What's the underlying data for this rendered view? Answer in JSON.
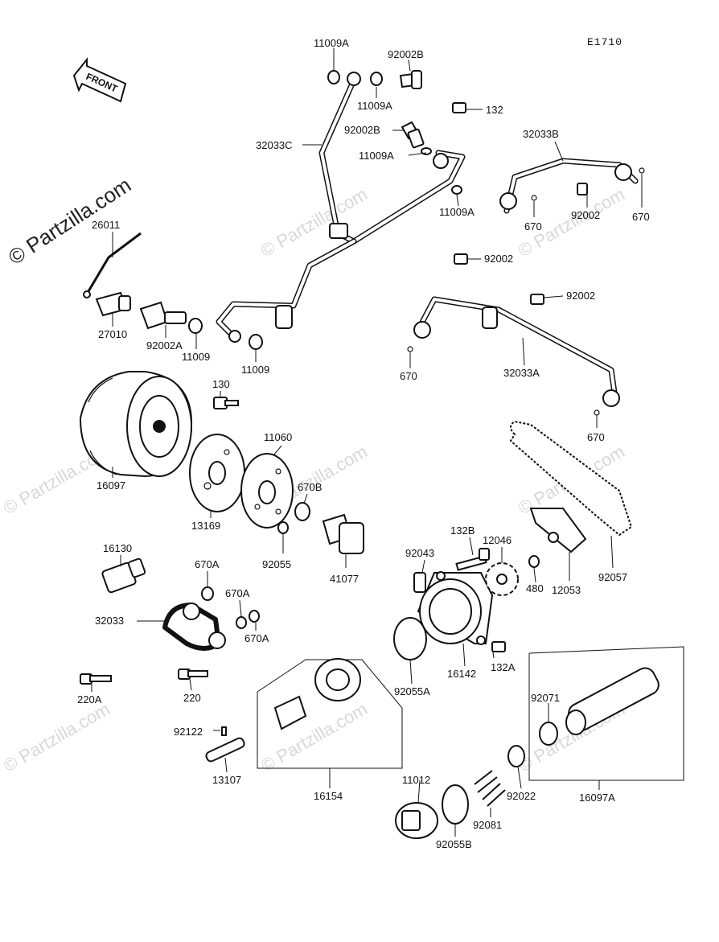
{
  "drawing_code": "E1710",
  "front_arrow_text": "FRONT",
  "watermark_main": "© Partzilla.com",
  "watermark_faint": "© Partzilla.com",
  "labels": {
    "l_11009A_top": "11009A",
    "l_92002B_top": "92002B",
    "l_11009A_2": "11009A",
    "l_132": "132",
    "l_32033C": "32033C",
    "l_92002B_mid": "92002B",
    "l_11009A_mid": "11009A",
    "l_11009A_low": "11009A",
    "l_32033B": "32033B",
    "l_92002_b": "92002",
    "l_670_b1": "670",
    "l_670_b2": "670",
    "l_26011": "26011",
    "l_27010": "27010",
    "l_92002A": "92002A",
    "l_11009_a": "11009",
    "l_11009_b": "11009",
    "l_92002_c": "92002",
    "l_92002_d": "92002",
    "l_670_c": "670",
    "l_32033A": "32033A",
    "l_670_d": "670",
    "l_130": "130",
    "l_11060": "11060",
    "l_16097": "16097",
    "l_13169": "13169",
    "l_670B": "670B",
    "l_92055": "92055",
    "l_41077": "41077",
    "l_16130": "16130",
    "l_670A_1": "670A",
    "l_670A_2": "670A",
    "l_670A_3": "670A",
    "l_32033": "32033",
    "l_132B": "132B",
    "l_12046": "12046",
    "l_92043": "92043",
    "l_480": "480",
    "l_12053": "12053",
    "l_92057": "92057",
    "l_132A": "132A",
    "l_16142": "16142",
    "l_92055A": "92055A",
    "l_220A": "220A",
    "l_220": "220",
    "l_92122": "92122",
    "l_13107": "13107",
    "l_16154": "16154",
    "l_11012": "11012",
    "l_92055B": "92055B",
    "l_92081": "92081",
    "l_92022": "92022",
    "l_92071": "92071",
    "l_16097A": "16097A"
  }
}
